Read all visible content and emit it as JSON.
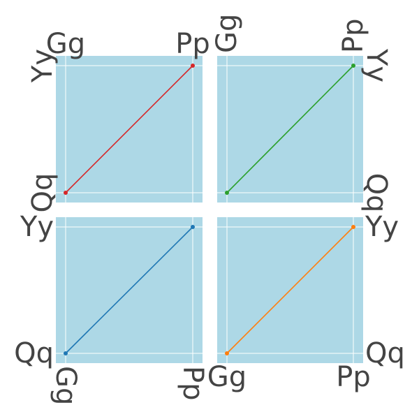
{
  "chart_data": [
    {
      "type": "line",
      "x_categories": [
        "Gg",
        "Pp"
      ],
      "y_categories": [
        "Qq",
        "Yy"
      ],
      "series": [
        {
          "x": [
            "Gg",
            "Pp"
          ],
          "y": [
            "Qq",
            "Yy"
          ],
          "color": "#d62728"
        }
      ],
      "x_axis": "top",
      "y_axis": "left",
      "grid": true
    },
    {
      "type": "line",
      "x_categories": [
        "Gg",
        "Pp"
      ],
      "y_categories": [
        "Qq",
        "Yy"
      ],
      "series": [
        {
          "x": [
            "Gg",
            "Pp"
          ],
          "y": [
            "Qq",
            "Yy"
          ],
          "color": "#2ca02c"
        }
      ],
      "x_axis": "top",
      "y_axis": "right",
      "grid": true
    },
    {
      "type": "line",
      "x_categories": [
        "Gg",
        "Pp"
      ],
      "y_categories": [
        "Qq",
        "Yy"
      ],
      "series": [
        {
          "x": [
            "Gg",
            "Pp"
          ],
          "y": [
            "Qq",
            "Yy"
          ],
          "color": "#1f77b4"
        }
      ],
      "x_axis": "bottom",
      "y_axis": "left",
      "grid": true
    },
    {
      "type": "line",
      "x_categories": [
        "Gg",
        "Pp"
      ],
      "y_categories": [
        "Qq",
        "Yy"
      ],
      "series": [
        {
          "x": [
            "Gg",
            "Pp"
          ],
          "y": [
            "Qq",
            "Yy"
          ],
          "color": "#ff7f0e"
        }
      ],
      "x_axis": "bottom",
      "y_axis": "right",
      "grid": true
    }
  ],
  "colors": {
    "plot_bg": "#add8e6",
    "grid": "#ffffff",
    "tick_text": "#444444"
  }
}
